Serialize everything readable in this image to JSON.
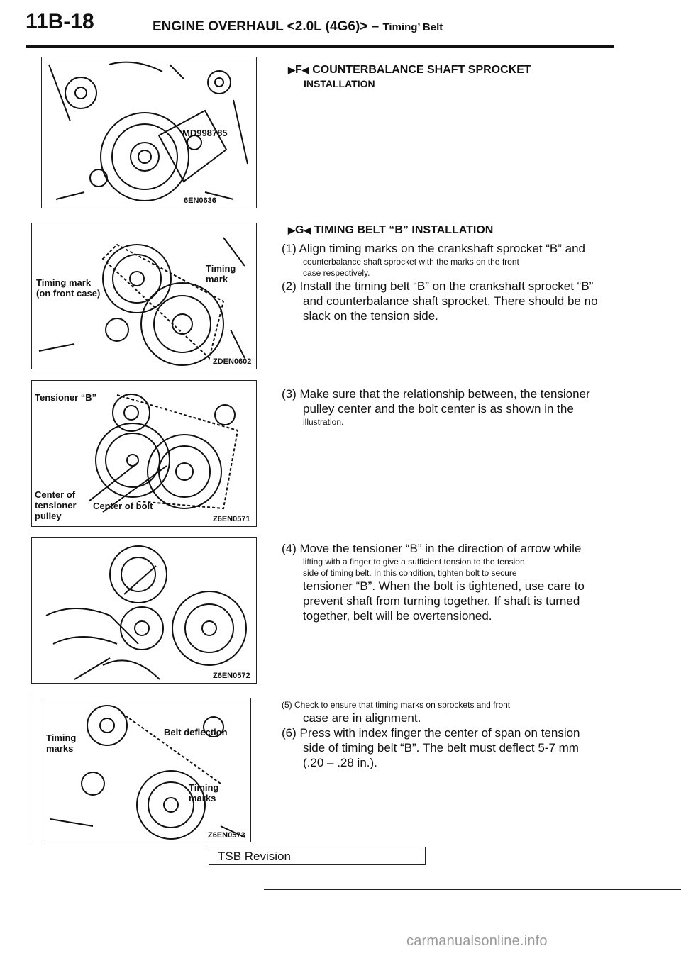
{
  "header": {
    "page_number": "11B-18",
    "title": "ENGINE OVERHAUL <2.0L (4G6)> –",
    "subtitle": "Timing’ Belt"
  },
  "figures": [
    {
      "code": "6EN0636",
      "labels": [
        "MD998785"
      ]
    },
    {
      "code": "ZDEN0602",
      "labels": [
        "Timing mark",
        "(on front case)",
        "Timing",
        "mark"
      ]
    },
    {
      "code": "Z6EN0571",
      "labels": [
        "Tensioner “B”",
        "Center of",
        "tensioner",
        "pulley",
        "Center of bolt"
      ]
    },
    {
      "code": "Z6EN0572",
      "labels": []
    },
    {
      "code": "Z6EN0573",
      "labels": [
        "Timing",
        "marks",
        "Belt deflection",
        "Timing",
        "marks"
      ]
    }
  ],
  "sections": [
    {
      "marker": "F",
      "title": "COUNTERBALANCE SHAFT SPROCKET",
      "title2": "INSTALLATION"
    },
    {
      "marker": "G",
      "title": "TIMING BELT “B” INSTALLATION"
    }
  ],
  "steps": {
    "s1_line1": "(1) Align timing marks on the crankshaft sprocket “B” and",
    "s1_line2": "counterbalance shaft sprocket with the marks on the front",
    "s1_line3": "case respectively.",
    "s2_line1": "(2) Install the timing belt “B” on the crankshaft sprocket “B”",
    "s2_line2": "and counterbalance shaft sprocket. There should be no",
    "s2_line3": "slack on the tension side.",
    "s3_line1": "(3) Make sure that the relationship between, the tensioner",
    "s3_line2": "pulley center and the bolt center is as shown in the",
    "s3_line3": "illustration.",
    "s4_line1": "(4) Move the tensioner “B” in the direction of arrow while",
    "s4_line2": "lifting with a finger to give a sufficient tension to the tension",
    "s4_line3": "side of timing belt. In this condition, tighten bolt to secure",
    "s4_line4": "tensioner “B”. When the bolt is tightened, use care to",
    "s4_line5": "prevent shaft from turning together. If shaft is turned",
    "s4_line6": "together, belt will be overtensioned.",
    "s5_line1": "(5) Check to ensure that timing marks on sprockets and front",
    "s5_line2": "case are in alignment.",
    "s6_line1": "(6) Press with index finger the center of span on tension",
    "s6_line2": "side of timing belt “B”. The belt must deflect 5-7 mm",
    "s6_line3": "(.20 – .28 in.)."
  },
  "footer": {
    "tsb": "TSB Revision",
    "watermark": "carmanualsonline.info"
  }
}
